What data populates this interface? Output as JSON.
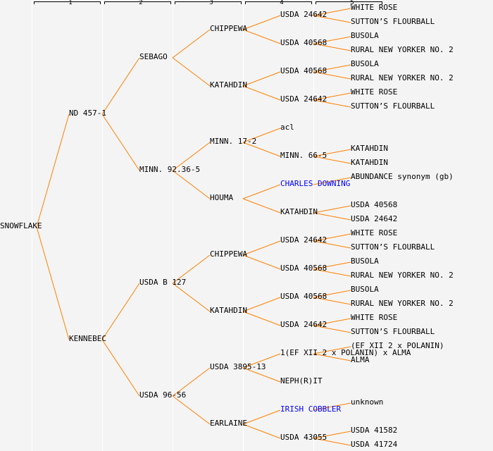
{
  "columns": [
    "1",
    "2",
    "3",
    "4",
    "5"
  ],
  "colors": {
    "line": "#ff8000",
    "link": "#0000ff",
    "text": "#000000",
    "background": "#f4f4f4"
  },
  "tree": {
    "name": "SNOWFLAKE",
    "c": [
      {
        "name": "ND 457-1",
        "c": [
          {
            "name": "SEBAGO",
            "c": [
              {
                "name": "CHIPPEWA",
                "c": [
                  {
                    "name": "USDA 24642",
                    "c": [
                      {
                        "name": "WHITE ROSE"
                      },
                      {
                        "name": "SUTTON’S FLOURBALL"
                      }
                    ]
                  },
                  {
                    "name": "USDA 40568",
                    "c": [
                      {
                        "name": "BUSOLA"
                      },
                      {
                        "name": "RURAL NEW YORKER NO. 2"
                      }
                    ]
                  }
                ]
              },
              {
                "name": "KATAHDIN",
                "c": [
                  {
                    "name": "USDA 40568",
                    "c": [
                      {
                        "name": "BUSOLA"
                      },
                      {
                        "name": "RURAL NEW YORKER NO. 2"
                      }
                    ]
                  },
                  {
                    "name": "USDA 24642",
                    "c": [
                      {
                        "name": "WHITE ROSE"
                      },
                      {
                        "name": "SUTTON’S FLOURBALL"
                      }
                    ]
                  }
                ]
              }
            ]
          },
          {
            "name": "MINN. 92.36-5",
            "c": [
              {
                "name": "MINN. 17-2",
                "c": [
                  {
                    "name": "acl"
                  },
                  {
                    "name": "MINN. 66-5",
                    "c": [
                      {
                        "name": "KATAHDIN"
                      },
                      {
                        "name": "KATAHDIN"
                      }
                    ]
                  }
                ]
              },
              {
                "name": "HOUMA",
                "c": [
                  {
                    "name": "CHARLES DOWNING",
                    "link": true,
                    "c": [
                      {
                        "name": "ABUNDANCE synonym (gb)"
                      },
                      null
                    ]
                  },
                  {
                    "name": "KATAHDIN",
                    "c": [
                      {
                        "name": "USDA 40568"
                      },
                      {
                        "name": "USDA 24642"
                      }
                    ]
                  }
                ]
              }
            ]
          }
        ]
      },
      {
        "name": "KENNEBEC",
        "c": [
          {
            "name": "USDA B 127",
            "c": [
              {
                "name": "CHIPPEWA",
                "c": [
                  {
                    "name": "USDA 24642",
                    "c": [
                      {
                        "name": "WHITE ROSE"
                      },
                      {
                        "name": "SUTTON’S FLOURBALL"
                      }
                    ]
                  },
                  {
                    "name": "USDA 40568",
                    "c": [
                      {
                        "name": "BUSOLA"
                      },
                      {
                        "name": "RURAL NEW YORKER NO. 2"
                      }
                    ]
                  }
                ]
              },
              {
                "name": "KATAHDIN",
                "c": [
                  {
                    "name": "USDA 40568",
                    "c": [
                      {
                        "name": "BUSOLA"
                      },
                      {
                        "name": "RURAL NEW YORKER NO. 2"
                      }
                    ]
                  },
                  {
                    "name": "USDA 24642",
                    "c": [
                      {
                        "name": "WHITE ROSE"
                      },
                      {
                        "name": "SUTTON’S FLOURBALL"
                      }
                    ]
                  }
                ]
              }
            ]
          },
          {
            "name": "USDA 96-56",
            "c": [
              {
                "name": "USDA 3895-13",
                "c": [
                  {
                    "name": "1(EF XII 2 x POLANIN) x ALMA",
                    "c": [
                      {
                        "name": "(EF XII 2 x POLANIN)"
                      },
                      {
                        "name": "ALMA"
                      }
                    ]
                  },
                  {
                    "name": "NEPH(R)IT"
                  }
                ]
              },
              {
                "name": "EARLAINE",
                "c": [
                  {
                    "name": "IRISH COBBLER",
                    "link": true,
                    "c": [
                      {
                        "name": "unknown"
                      },
                      null
                    ]
                  },
                  {
                    "name": "USDA 43055",
                    "c": [
                      {
                        "name": "USDA 41582"
                      },
                      {
                        "name": "USDA 41724"
                      }
                    ]
                  }
                ]
              }
            ]
          }
        ]
      }
    ]
  }
}
